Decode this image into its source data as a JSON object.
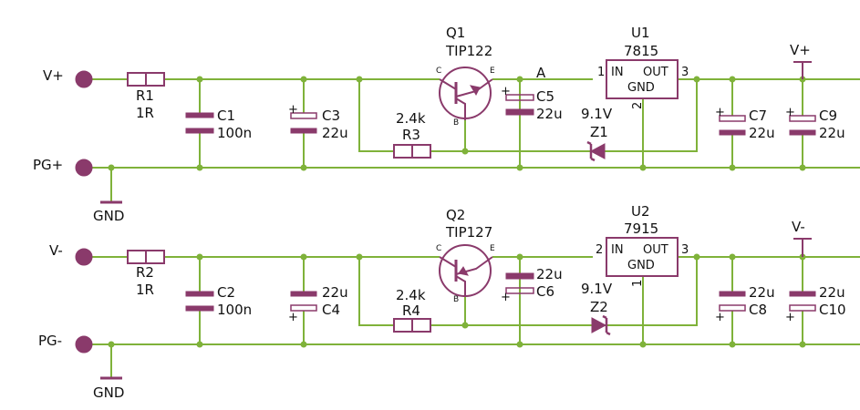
{
  "colors": {
    "wire": "#7fb23a",
    "component": "#8a3a6b",
    "text": "#111111",
    "background": "#ffffff"
  },
  "terminals": {
    "vplus_in": "V+",
    "pgplus": "PG+",
    "vminus_in": "V-",
    "pgminus": "PG-",
    "gnd_top": "GND",
    "gnd_bottom": "GND"
  },
  "top": {
    "r1_ref": "R1",
    "r1_val": "1R",
    "c1_ref": "C1",
    "c1_val": "100n",
    "c3_ref": "C3",
    "c3_val": "22u",
    "q1_ref": "Q1",
    "q1_val": "TIP122",
    "r3_ref": "R3",
    "r3_val": "2.4k",
    "node_a": "A",
    "c5_ref": "C5",
    "c5_val": "22u",
    "z1_ref": "Z1",
    "z1_val": "9.1V",
    "u1_ref": "U1",
    "u1_val": "7815",
    "u1_in": "IN",
    "u1_out": "OUT",
    "u1_gnd": "GND",
    "u1_pin1": "1",
    "u1_pin2": "2",
    "u1_pin3": "3",
    "c7_ref": "C7",
    "c7_val": "22u",
    "c9_ref": "C9",
    "c9_val": "22u",
    "out_label": "V+"
  },
  "bottom": {
    "r2_ref": "R2",
    "r2_val": "1R",
    "c2_ref": "C2",
    "c2_val": "100n",
    "c4_ref": "C4",
    "c4_val": "22u",
    "q2_ref": "Q2",
    "q2_val": "TIP127",
    "r4_ref": "R4",
    "r4_val": "2.4k",
    "c6_ref": "C6",
    "c6_val": "22u",
    "z2_ref": "Z2",
    "z2_val": "9.1V",
    "u2_ref": "U2",
    "u2_val": "7915",
    "u2_in": "IN",
    "u2_out": "OUT",
    "u2_gnd": "GND",
    "u2_pin1": "1",
    "u2_pin2": "2",
    "u2_pin3": "3",
    "c8_ref": "C8",
    "c8_val": "22u",
    "c10_ref": "C10",
    "c10_val": "22u",
    "out_label": "V-"
  },
  "transistor_pins": {
    "c": "C",
    "b": "B",
    "e": "E"
  },
  "pol": {
    "plus": "+"
  }
}
